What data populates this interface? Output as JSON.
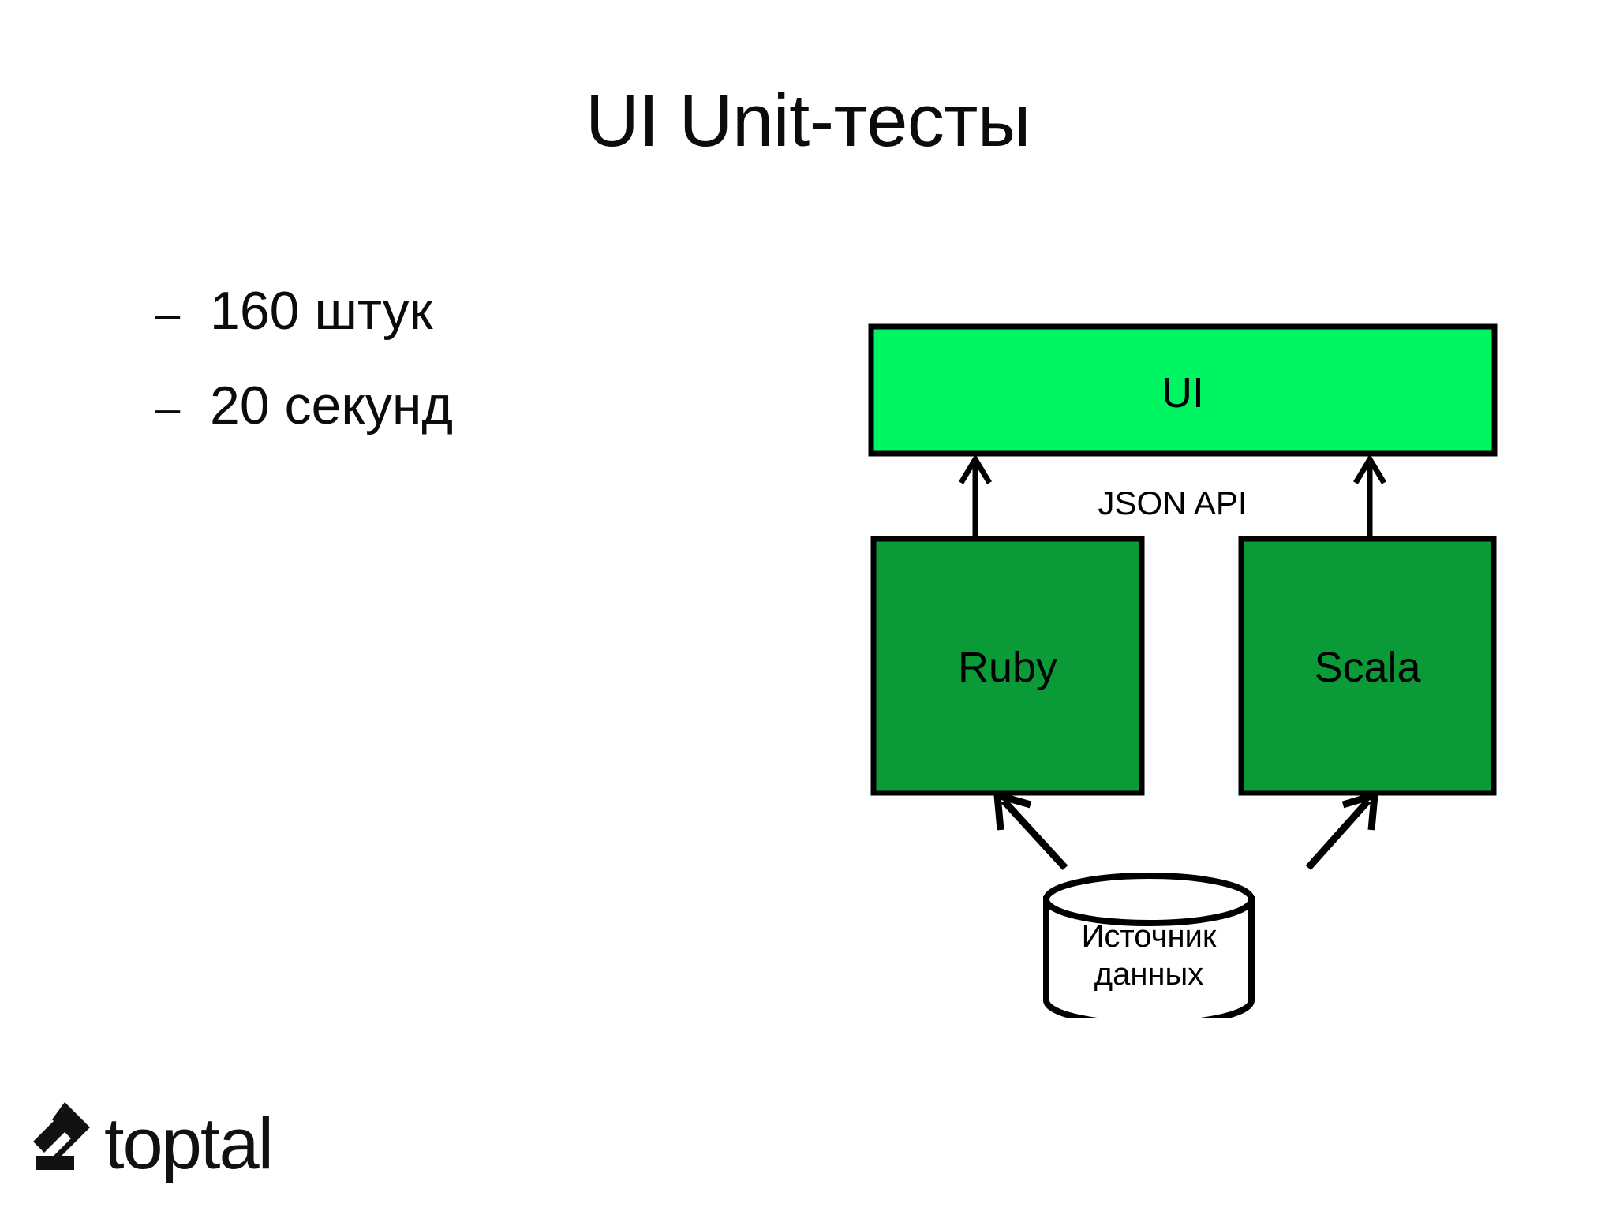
{
  "slide": {
    "title": "UI Unit-тесты",
    "background_color": "#ffffff",
    "text_color": "#0b0b0b"
  },
  "bullets": {
    "marker": "–",
    "items": [
      {
        "text": "160 штук"
      },
      {
        "text": "20 секунд"
      }
    ]
  },
  "diagram": {
    "type": "architecture-flow",
    "nodes": [
      {
        "id": "ui",
        "label": "UI",
        "shape": "rectangle",
        "fill": "#00F562"
      },
      {
        "id": "ruby",
        "label": "Ruby",
        "shape": "rectangle",
        "fill": "#0A9B38"
      },
      {
        "id": "scala",
        "label": "Scala",
        "shape": "rectangle",
        "fill": "#0A9B38"
      },
      {
        "id": "source",
        "label_line1": "Источник",
        "label_line2": "данных",
        "shape": "cylinder",
        "fill": "#ffffff"
      }
    ],
    "edges": [
      {
        "from": "ruby",
        "to": "ui",
        "label": "JSON API",
        "arrow": "open"
      },
      {
        "from": "scala",
        "to": "ui",
        "label": "",
        "arrow": "open"
      },
      {
        "from": "source",
        "to": "ruby",
        "label": "",
        "arrow": "open"
      },
      {
        "from": "source",
        "to": "scala",
        "label": "",
        "arrow": "open"
      }
    ],
    "edge_label": "JSON API",
    "stroke_color": "#000000"
  },
  "logo": {
    "wordmark": "toptal",
    "mark": "toptal-chevron-mark",
    "color": "#111111"
  }
}
